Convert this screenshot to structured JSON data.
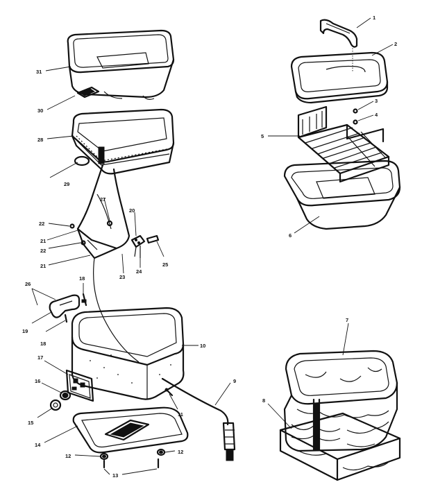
{
  "callouts": {
    "c1": "1",
    "c2": "2",
    "c3": "3",
    "c4": "4",
    "c5": "5",
    "c6": "6",
    "c7": "7",
    "c8": "8",
    "c9": "9",
    "c10": "10",
    "c11": "11",
    "c12a": "12",
    "c12b": "12",
    "c13": "13",
    "c14": "14",
    "c15": "15",
    "c16": "16",
    "c17": "17",
    "c18": "18",
    "c19": "19",
    "c20": "20",
    "c21a": "21",
    "c21b": "21",
    "c22a": "22",
    "c22b": "22",
    "c23": "23",
    "c24": "24",
    "c25": "25",
    "c26": "26",
    "c27": "27",
    "c28": "28",
    "c29": "29",
    "c30": "30",
    "c31": "31"
  }
}
